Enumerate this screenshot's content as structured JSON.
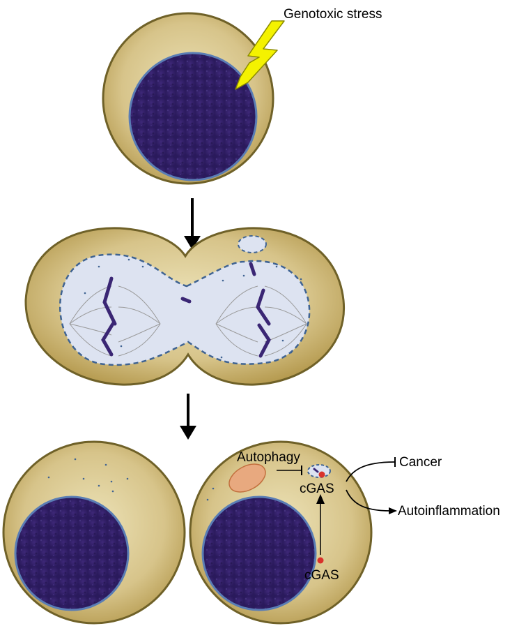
{
  "labels": {
    "genotoxic_stress": "Genotoxic stress",
    "autophagy": "Autophagy",
    "cgas_micronucleus": "cGAS",
    "cgas_cytosolic": "cGAS",
    "cancer": "Cancer",
    "autoinflammation": "Autoinflammation"
  },
  "colors": {
    "cytoplasm": "#c9b272",
    "cytoplasm_edge": "#7a6a2e",
    "nucleus": "#3b2470",
    "nucleus_edge": "#5a7db5",
    "envelope_dashed": "#3f6392",
    "mitotic_interior": "#dde3f1",
    "chromosome": "#3a2674",
    "spindle": "#9a9a9a",
    "autophagosome": "#e8a97f",
    "cgas_dot": "#d9322b",
    "lightning": "#f4f200"
  },
  "icons": {
    "stress": "lightning-bolt-icon",
    "step_arrow": "down-arrow-icon",
    "inhibition": "t-bar-inhibit-icon"
  }
}
